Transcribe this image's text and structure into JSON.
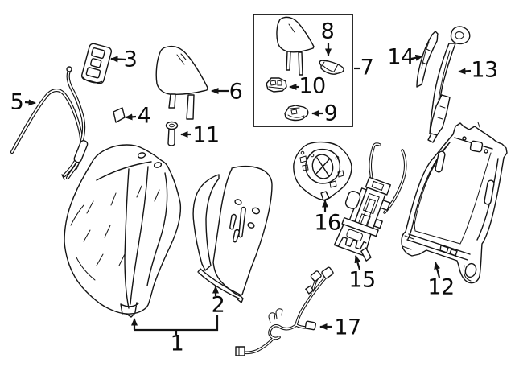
{
  "diagram": {
    "background_color": "#ffffff",
    "line_color": "#141414",
    "label_color": "#0a0a0a"
  },
  "callouts": [
    {
      "id": 1,
      "label": "1"
    },
    {
      "id": 2,
      "label": "2"
    },
    {
      "id": 3,
      "label": "3"
    },
    {
      "id": 4,
      "label": "4"
    },
    {
      "id": 5,
      "label": "5"
    },
    {
      "id": 6,
      "label": "6"
    },
    {
      "id": 7,
      "label": "7"
    },
    {
      "id": 8,
      "label": "8"
    },
    {
      "id": 9,
      "label": "9"
    },
    {
      "id": 10,
      "label": "10"
    },
    {
      "id": 11,
      "label": "11"
    },
    {
      "id": 12,
      "label": "12"
    },
    {
      "id": 13,
      "label": "13"
    },
    {
      "id": 14,
      "label": "14"
    },
    {
      "id": 15,
      "label": "15"
    },
    {
      "id": 16,
      "label": "16"
    },
    {
      "id": 17,
      "label": "17"
    }
  ]
}
